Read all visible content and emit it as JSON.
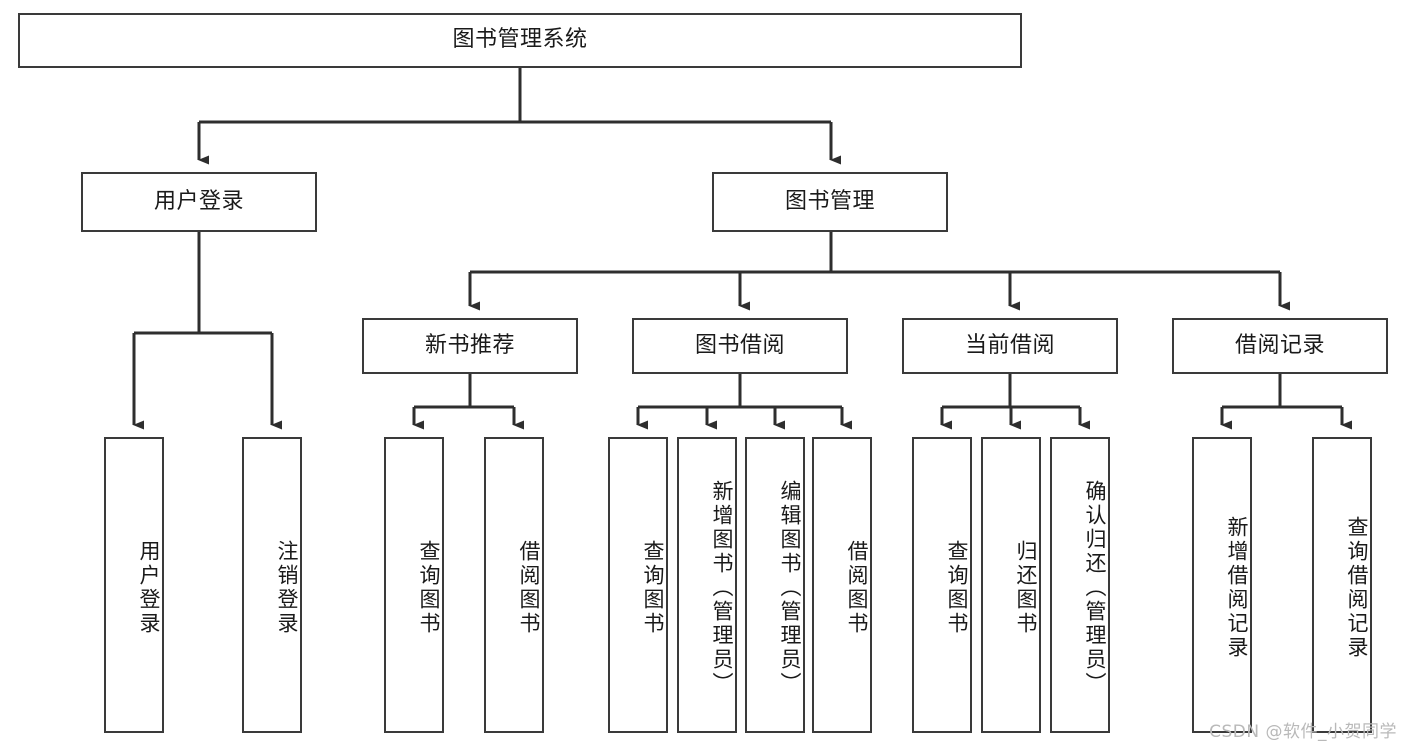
{
  "diagram": {
    "title": "图书管理系统",
    "type": "tree-hierarchy",
    "orientation": "top-down",
    "style": {
      "box_border_color": "#3a3a3a",
      "box_fill_color": "#ffffff",
      "edge_color": "#3a3a3a",
      "text_color": "#1a1a1a",
      "background_color": "#ffffff"
    },
    "root": {
      "label": "图书管理系统"
    },
    "level2": [
      {
        "label": "用户登录"
      },
      {
        "label": "图书管理"
      }
    ],
    "level3": [
      {
        "label": "新书推荐"
      },
      {
        "label": "图书借阅"
      },
      {
        "label": "当前借阅"
      },
      {
        "label": "借阅记录"
      }
    ],
    "leaves": {
      "user_login": [
        {
          "label": "用户登录"
        },
        {
          "label": "注销登录"
        }
      ],
      "new_book_recommend": [
        {
          "label": "查询图书"
        },
        {
          "label": "借阅图书"
        }
      ],
      "book_borrow": [
        {
          "label": "查询图书"
        },
        {
          "label": "新增图书（管理员）"
        },
        {
          "label": "编辑图书（管理员）"
        },
        {
          "label": "借阅图书"
        }
      ],
      "current_borrow": [
        {
          "label": "查询图书"
        },
        {
          "label": "归还图书"
        },
        {
          "label": "确认归还（管理员）"
        }
      ],
      "borrow_record": [
        {
          "label": "新增借阅记录"
        },
        {
          "label": "查询借阅记录"
        }
      ]
    }
  },
  "watermark": {
    "text": "CSDN @软件_小贺同学"
  }
}
